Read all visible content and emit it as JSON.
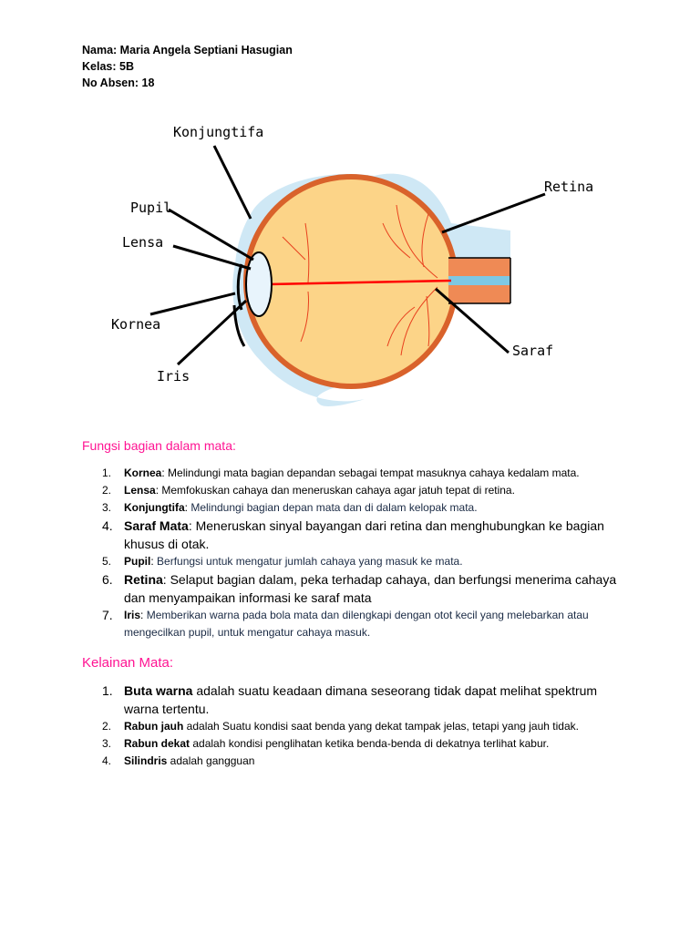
{
  "header": {
    "name_line": "Nama: Maria Angela Septiani Hasugian",
    "class_line": "Kelas: 5B",
    "absen_line": "No Absen: 18"
  },
  "diagram": {
    "labels": {
      "konjungtifa": "Konjungtifa",
      "pupil": "Pupil",
      "lensa": "Lensa",
      "kornea": "Kornea",
      "iris": "Iris",
      "retina": "Retina",
      "saraf": "Saraf"
    },
    "colors": {
      "outer": "#cfe8f5",
      "eyeball": "#fcd488",
      "rim": "#d9622b",
      "nerve": "#ef8a55",
      "nerve_core": "#7ec8e3",
      "vessels": "#e8401e",
      "axis": "#ff0000",
      "lens": "#e8f4fc"
    }
  },
  "fungsi": {
    "title": "Fungsi bagian dalam mata:",
    "items": [
      {
        "num": "1.",
        "term": "Kornea",
        "sep": ":",
        "text": " Melindungi mata bagian depandan sebagai tempat masuknya cahaya kedalam mata."
      },
      {
        "num": "2.",
        "term": "Lensa",
        "sep": ":",
        "text": " Memfokuskan cahaya dan meneruskan cahaya agar jatuh tepat di retina."
      },
      {
        "num": "3.",
        "term": "Konjungtifa",
        "sep": ":",
        "text": " Melindungi bagian depan mata dan di dalam kelopak mata."
      },
      {
        "num": "4.",
        "term": "Saraf Mata",
        "sep": ":",
        "text": " Meneruskan sinyal bayangan dari retina dan menghubungkan ke bagian khusus di otak."
      },
      {
        "num": "5.",
        "term": "Pupil",
        "sep": ":",
        "text": " Berfungsi untuk mengatur jumlah cahaya yang masuk ke mata."
      },
      {
        "num": "6.",
        "term": "Retina",
        "sep": ":",
        "text": " Selaput bagian dalam, peka terhadap cahaya, dan berfungsi menerima cahaya dan menyampaikan informasi ke saraf mata"
      },
      {
        "num": "7.",
        "term": "Iris",
        "sep": ":",
        "text": " Memberikan warna pada bola mata dan dilengkapi dengan otot kecil yang melebarkan atau mengecilkan pupil, untuk mengatur cahaya masuk."
      }
    ]
  },
  "kelainan": {
    "title": "Kelainan Mata:",
    "items": [
      {
        "num": "1.",
        "term": "Buta warna",
        "text": " adalah suatu keadaan dimana seseorang tidak dapat melihat spektrum warna tertentu."
      },
      {
        "num": "2.",
        "term": "Rabun  jauh",
        "text": "  adalah Suatu kondisi saat benda yang dekat tampak jelas, tetapi yang jauh tidak."
      },
      {
        "num": "3.",
        "term": "Rabun  dekat",
        "text": "  adalah kondisi penglihatan ketika benda-benda di dekatnya terlihat kabur."
      },
      {
        "num": "4.",
        "term": "Silindris",
        "text": "  adalah gangguan"
      }
    ]
  }
}
